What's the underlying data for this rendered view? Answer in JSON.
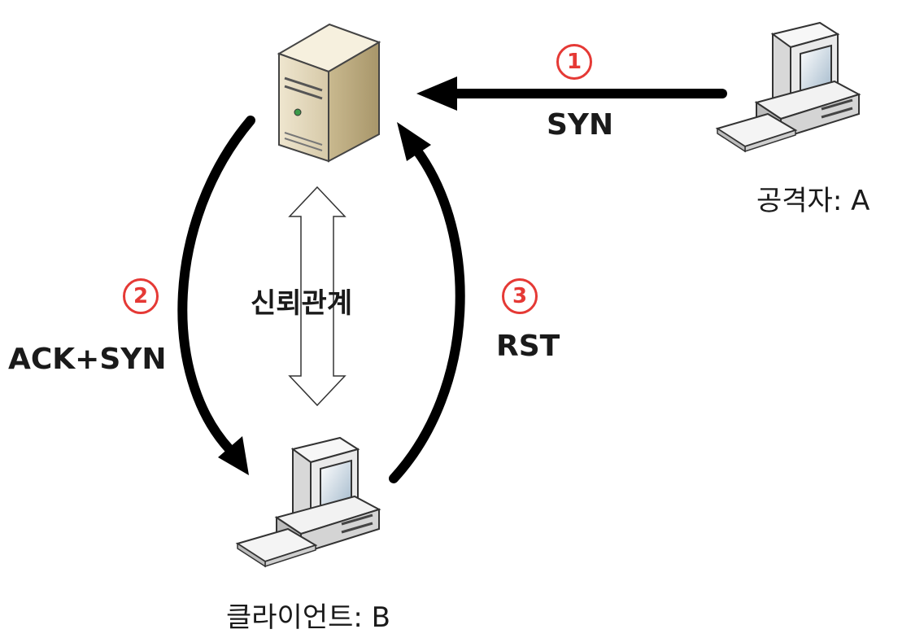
{
  "nodes": {
    "server": {
      "icon": "server-tower-icon"
    },
    "attacker": {
      "icon": "desktop-computer-icon",
      "label": "공격자: A"
    },
    "client": {
      "icon": "desktop-computer-icon",
      "label": "클라이언트: B"
    }
  },
  "trust": {
    "label": "신뢰관계"
  },
  "steps": [
    {
      "number": "1",
      "message": "SYN"
    },
    {
      "number": "2",
      "message": "ACK+SYN"
    },
    {
      "number": "3",
      "message": "RST"
    }
  ],
  "colors": {
    "step_accent": "#e53935",
    "arrow": "#000000"
  }
}
